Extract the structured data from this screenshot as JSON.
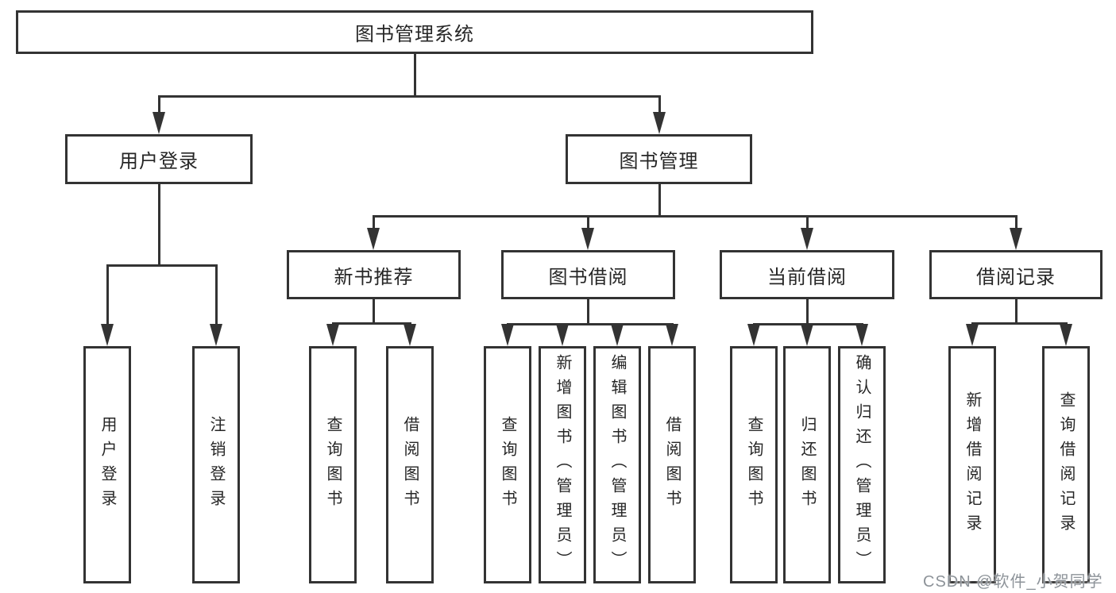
{
  "tree": {
    "label": "图书管理系统",
    "children": [
      {
        "label": "用户登录",
        "children": [
          {
            "label": "用户登录"
          },
          {
            "label": "注销登录"
          }
        ]
      },
      {
        "label": "图书管理",
        "children": [
          {
            "label": "新书推荐",
            "children": [
              {
                "label": "查询图书"
              },
              {
                "label": "借阅图书"
              }
            ]
          },
          {
            "label": "图书借阅",
            "children": [
              {
                "label": "查询图书"
              },
              {
                "label": "新增图书（管理员）"
              },
              {
                "label": "编辑图书（管理员）"
              },
              {
                "label": "借阅图书"
              }
            ]
          },
          {
            "label": "当前借阅",
            "children": [
              {
                "label": "查询图书"
              },
              {
                "label": "归还图书"
              },
              {
                "label": "确认归还（管理员）"
              }
            ]
          },
          {
            "label": "借阅记录",
            "children": [
              {
                "label": "新增借阅记录"
              },
              {
                "label": "查询借阅记录"
              }
            ]
          }
        ]
      }
    ]
  },
  "watermark": {
    "text": "CSDN @软件_小贺同学"
  },
  "colors": {
    "line": "#333333",
    "box_border": "#333333",
    "box_fill": "#ffffff",
    "text": "#262626",
    "watermark": "#8d9399",
    "background": "#ffffff"
  }
}
